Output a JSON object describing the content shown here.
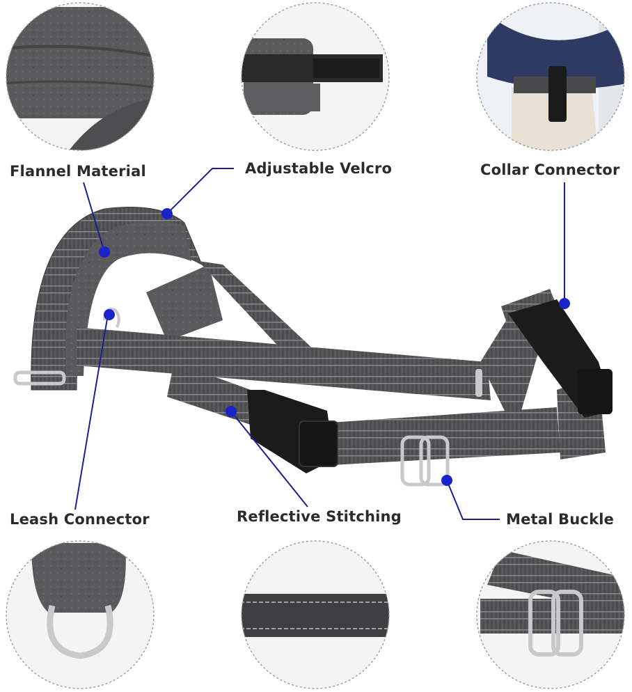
{
  "features": {
    "flannel_material": "Flannel Material",
    "adjustable_velcro": "Adjustable Velcro",
    "collar_connector": "Collar Connector",
    "leash_connector": "Leash Connector",
    "reflective_stitching": "Reflective Stitching",
    "metal_buckle": "Metal Buckle"
  },
  "colors": {
    "callout_line": "#1e1f8c",
    "callout_dot": "#1a22c9",
    "strap": "#4d4d4f",
    "strap_stripe": "#8a8a8c",
    "flannel": "#5a5a5c",
    "plastic_buckle": "#1b1b1b",
    "metal": "#c9c9cc"
  }
}
